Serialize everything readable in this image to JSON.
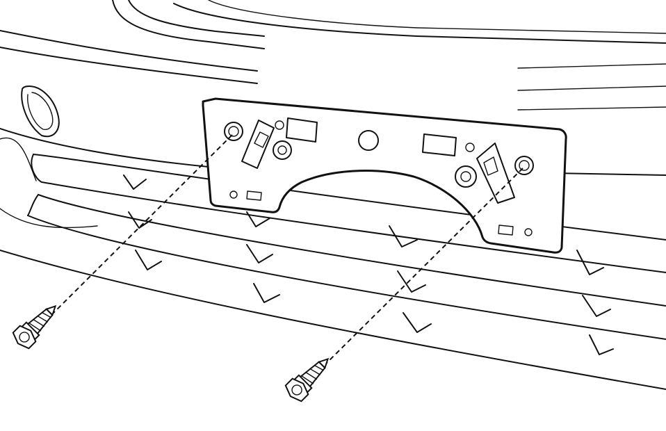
{
  "figure": {
    "background_color": "#ffffff",
    "line_color": "#111111",
    "parts": [
      "front-bumper",
      "license-plate-bracket",
      "mounting-screw",
      "mounting-screw"
    ]
  }
}
